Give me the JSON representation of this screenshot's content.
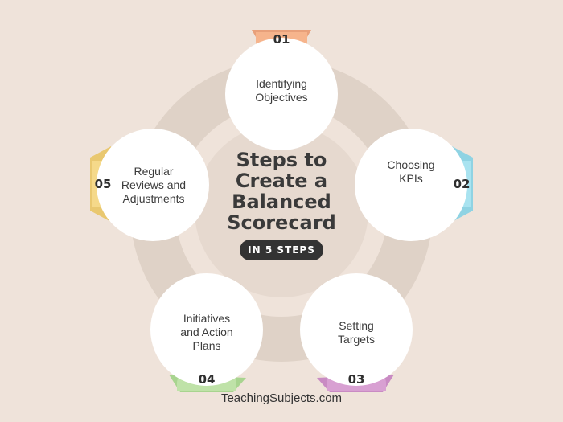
{
  "title_lines": [
    "Steps to",
    "Create a",
    "Balanced",
    "Scorecard"
  ],
  "subtitle": "IN 5 STEPS",
  "steps": [
    {
      "number": "01",
      "lines": [
        "Identifying",
        "Objectives"
      ],
      "color": "#f6b48c"
    },
    {
      "number": "02",
      "lines": [
        "Choosing",
        "KPIs"
      ],
      "color": "#a9e3f0"
    },
    {
      "number": "03",
      "lines": [
        "Setting",
        "Targets"
      ],
      "color": "#d8a0d2"
    },
    {
      "number": "04",
      "lines": [
        "Initiatives",
        "and Action",
        "Plans"
      ],
      "color": "#bfe2a8"
    },
    {
      "number": "05",
      "lines": [
        "Regular",
        "Reviews and",
        "Adjustments"
      ],
      "color": "#f5d98a"
    }
  ],
  "footer": "TeachingSubjects.com",
  "colors": {
    "background": "#efe3da",
    "ring": "#dfd2c7",
    "circle": "#ffffff",
    "pill": "#333333"
  }
}
